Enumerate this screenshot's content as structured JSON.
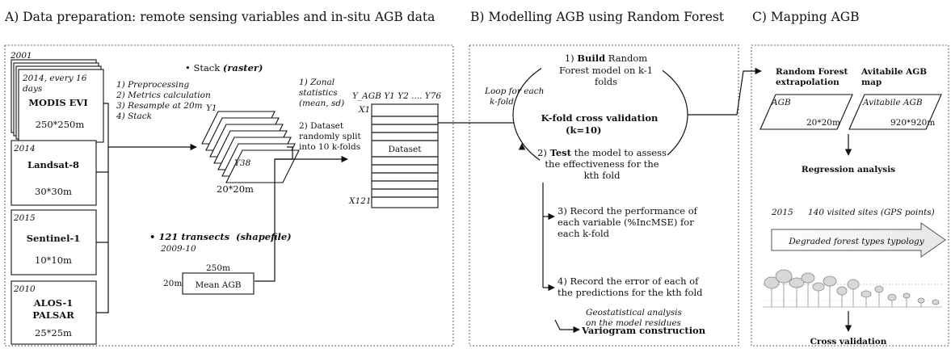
{
  "panels": {
    "a_title": "A) Data preparation: remote sensing variables and in-situ AGB data",
    "b_title": "B) Modelling AGB using Random Forest",
    "c_title": "C) Mapping AGB"
  },
  "sources": {
    "modis": {
      "year": "2001",
      "top_line1": "2014, every 16",
      "top_line2": "days",
      "name": "MODIS EVI",
      "res": "250*250m"
    },
    "landsat": {
      "year": "2014",
      "name": "Landsat-8",
      "res": "30*30m"
    },
    "sentinel": {
      "year": "2015",
      "name": "Sentinel-1",
      "res": "10*10m"
    },
    "alos": {
      "year": "2010",
      "name_line1": "ALOS-1",
      "name_line2": "PALSAR",
      "res": "25*25m"
    }
  },
  "steps_a": [
    "1) Preprocessing",
    "2) Metrics calculation",
    "3) Resample at 20m",
    "4) Stack"
  ],
  "stack": {
    "bullet": "• Stack",
    "type": "(raster)",
    "y_first": "Y1",
    "y_last": "Y38",
    "res": "20*20m"
  },
  "zonal": {
    "line1": "1) Zonal",
    "line2": "statistics",
    "line3": "(mean, sd)",
    "split1": "2) Dataset",
    "split2": "randomly split",
    "split3": "into 10 k-folds"
  },
  "transects": {
    "bullet": "• 121 transects",
    "type": "(shapefile)",
    "years": "2009-10",
    "width": "250m",
    "height": "20m",
    "label": "Mean AGB"
  },
  "dataset": {
    "header": "Y_AGB  Y1 Y2   ....   Y76",
    "x_first": "X1",
    "x_last": "X121",
    "label": "Dataset"
  },
  "model": {
    "loop": [
      "Loop for each",
      "k-fold"
    ],
    "build_num": "1)",
    "build_bold": "Build",
    "build_rest1": "Random",
    "build_rest2": "Forest model on k-1",
    "build_rest3": "folds",
    "kfold1": "K-fold cross validation",
    "kfold2": "(k=10)",
    "test_num": "2)",
    "test_bold": "Test",
    "test_rest1": "the model to assess",
    "test_rest2": "the effectiveness for the",
    "test_rest3": "kth fold",
    "rec3": [
      "3) Record the performance of",
      "each variable (%IncMSE) for",
      "each k-fold"
    ],
    "rec4": [
      "4) Record the error of each of",
      "the predictions for the kth fold"
    ],
    "geo": [
      "Geostatistical analysis",
      "on the model residues"
    ],
    "variogram": "Variogram construction"
  },
  "mapping": {
    "rf1": "Random Forest",
    "rf2": "extrapolation",
    "av1": "Avitabile AGB",
    "av2": "map",
    "agb": "AGB",
    "agb_res": "20*20m",
    "avagb": "Avitabile AGB",
    "avagb_res": "920*920m",
    "regression": "Regression analysis",
    "visit_year": "2015",
    "visits": "140 visited sites (GPS points)",
    "typology": "Degraded forest types typology",
    "crossval": "Cross validation"
  }
}
